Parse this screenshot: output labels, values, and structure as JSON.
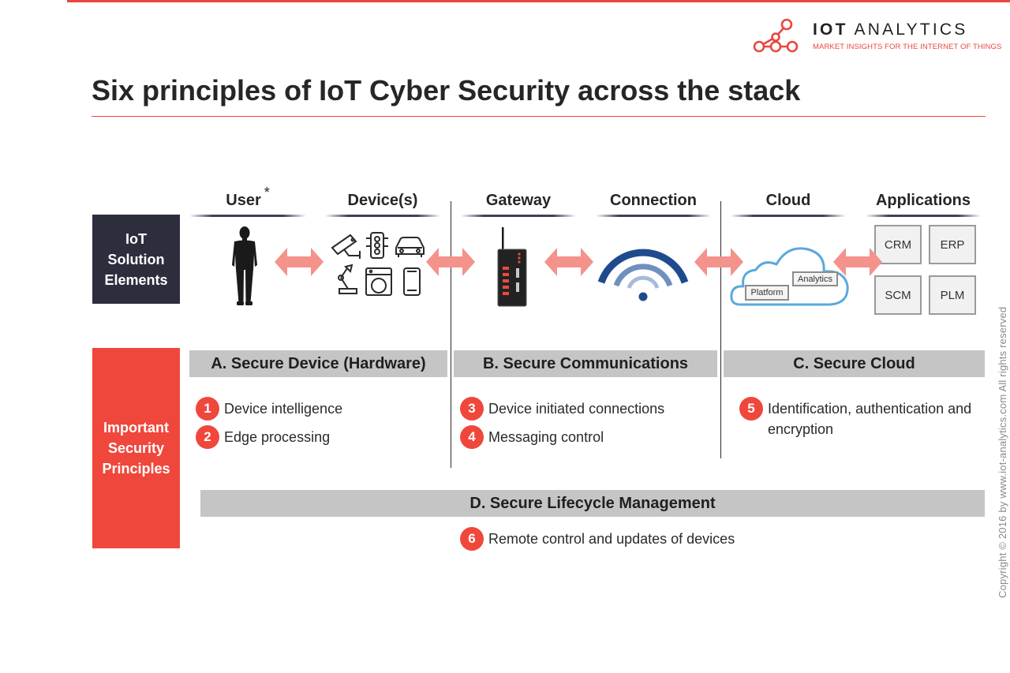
{
  "logo": {
    "brand_bold": "IOT",
    "brand_light": "ANALYTICS",
    "tagline": "MARKET INSIGHTS FOR THE INTERNET OF THINGS"
  },
  "title": "Six principles of IoT Cyber Security across the stack",
  "columns": {
    "user": "User",
    "user_mark": "*",
    "devices": "Device(s)",
    "gateway": "Gateway",
    "connection": "Connection",
    "cloud": "Cloud",
    "applications": "Applications"
  },
  "row_labels": {
    "elements": "IoT\nSolution\nElements",
    "principles": "Important\nSecurity\nPrinciples"
  },
  "cloud_labels": {
    "platform": "Platform",
    "analytics": "Analytics"
  },
  "apps": [
    "CRM",
    "ERP",
    "SCM",
    "PLM"
  ],
  "sections": {
    "a": "A. Secure Device (Hardware)",
    "b": "B. Secure Communications",
    "c": "C. Secure Cloud",
    "d": "D. Secure Lifecycle Management"
  },
  "principles": [
    {
      "num": "1",
      "text": "Device intelligence"
    },
    {
      "num": "2",
      "text": "Edge processing"
    },
    {
      "num": "3",
      "text": "Device initiated connections"
    },
    {
      "num": "4",
      "text": "Messaging control"
    },
    {
      "num": "5",
      "text": "Identification, authentication and encryption"
    },
    {
      "num": "6",
      "text": "Remote control and updates of devices"
    }
  ],
  "copyright": "Copyright © 2016 by www.iot-analytics.com All rights reserved",
  "colors": {
    "accent_red": "#f0473c",
    "dark_navy": "#2c2e3e",
    "arrow_pink": "#f4928c",
    "wifi_blue": "#1f4b8e",
    "cloud_blue": "#5aa9dc",
    "bar_grey": "#c5c5c5"
  }
}
